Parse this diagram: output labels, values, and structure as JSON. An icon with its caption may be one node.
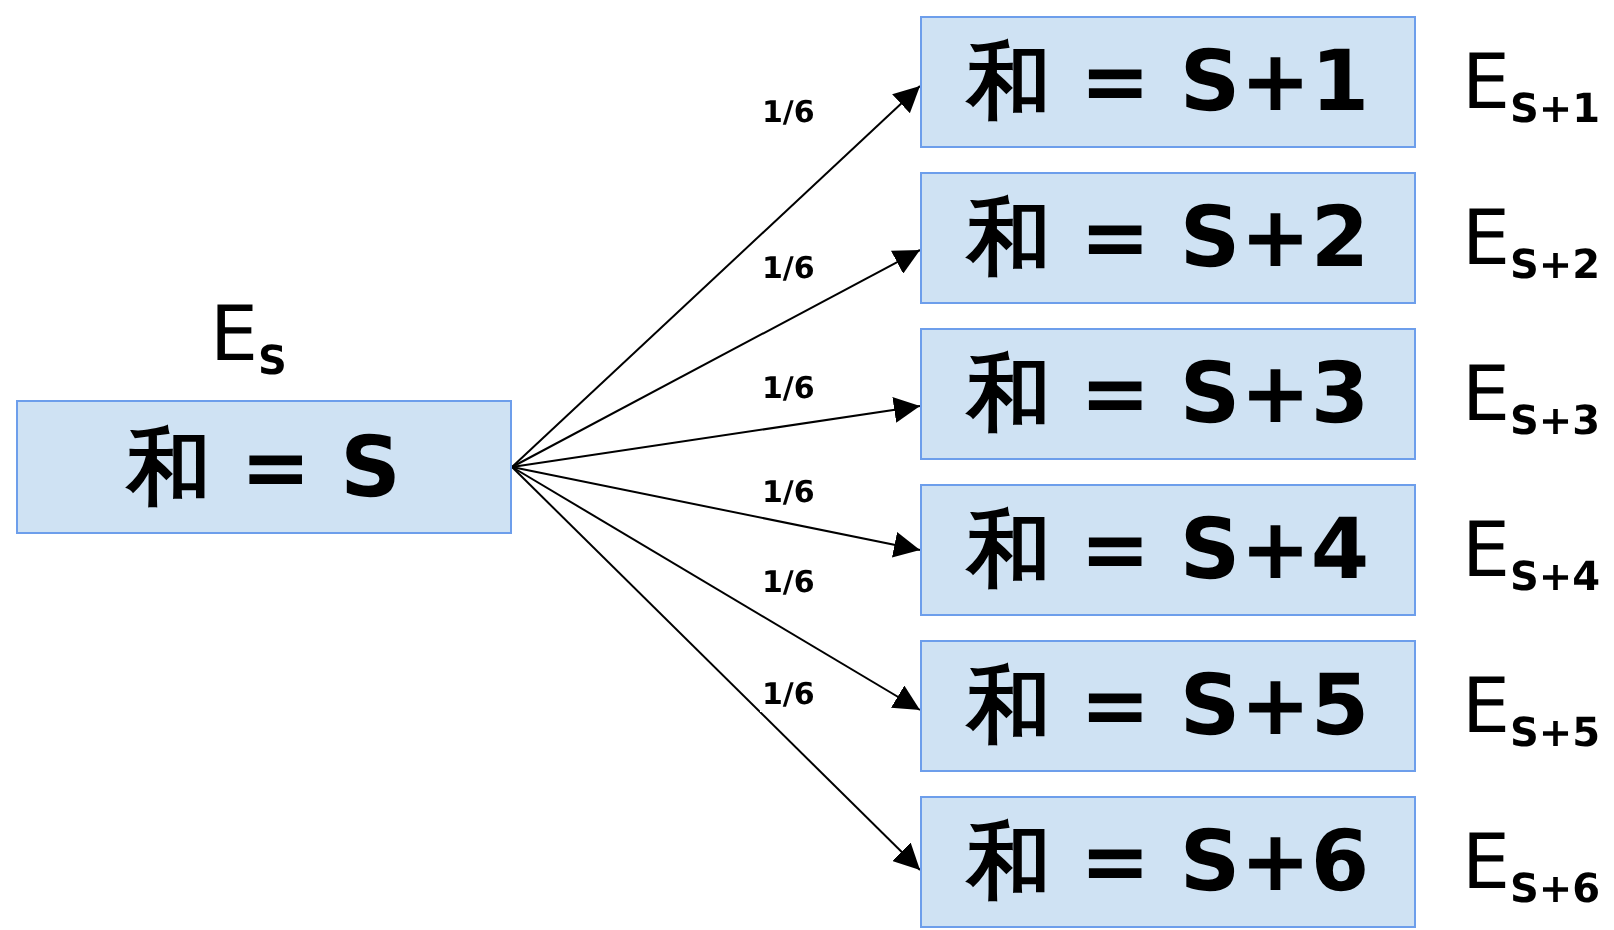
{
  "diagram": {
    "nodes": [
      {
        "text": [
          "和 = S"
        ],
        "beside": [
          "E$_{S}$"
        ]
      },
      {
        "text": [
          "和 = S+1"
        ],
        "beside": [
          "E$_{S+1}$"
        ]
      },
      {
        "text": [
          "和 = S+2"
        ],
        "beside": [
          "E$_{S+2}$"
        ]
      },
      {
        "text": [
          "和 = S+3"
        ],
        "beside": [
          "E$_{S+3}$"
        ]
      },
      {
        "text": [
          "和 = S+4"
        ],
        "beside": [
          "E$_{S+4}$"
        ]
      },
      {
        "text": [
          "和 = S+5"
        ],
        "beside": [
          "E$_{S+5}$"
        ]
      },
      {
        "text": [
          "和 = S+6"
        ],
        "beside": [
          "E$_{S+6}$"
        ]
      }
    ],
    "edges": [
      {
        "from": 0,
        "to": 1,
        "arrow": "to",
        "label": "1/6"
      },
      {
        "from": 0,
        "to": 2,
        "arrow": "to",
        "label": "1/6"
      },
      {
        "from": 0,
        "to": 3,
        "arrow": "to",
        "label": "1/6"
      },
      {
        "from": 0,
        "to": 4,
        "arrow": "to",
        "label": "1/6"
      },
      {
        "from": 0,
        "to": 5,
        "arrow": "to",
        "label": "1/6"
      },
      {
        "from": 0,
        "to": 6,
        "arrow": "to",
        "label": "1/6"
      }
    ]
  }
}
